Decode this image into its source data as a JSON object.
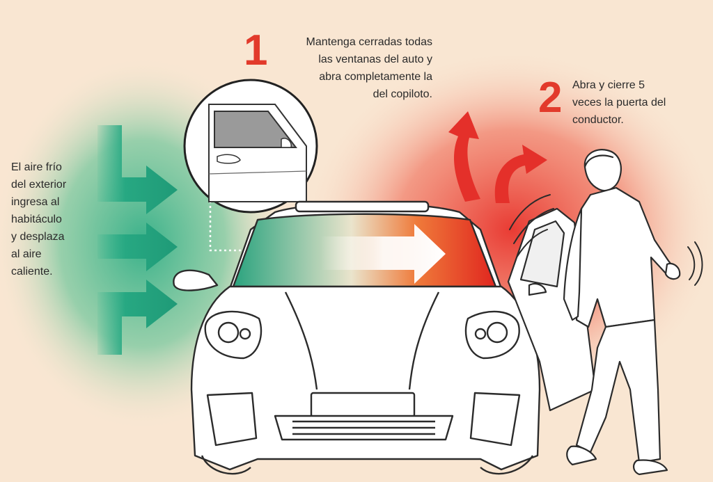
{
  "colors": {
    "cool": "#2fae86",
    "hot": "#e8322b",
    "number": "#e23a2b",
    "background": "#f9e6d2"
  },
  "step1": {
    "number": "1",
    "text": "Mantenga cerradas todas\nlas ventanas del auto y\nabra completamente la\ndel copiloto."
  },
  "step2": {
    "number": "2",
    "text": "Abra y cierre 5\nveces la puerta del\nconductor."
  },
  "airflow": {
    "text": "El aire frío\ndel exterior\ningresa al\nhabitáculo\ny desplaza\nal aire\ncaliente."
  }
}
